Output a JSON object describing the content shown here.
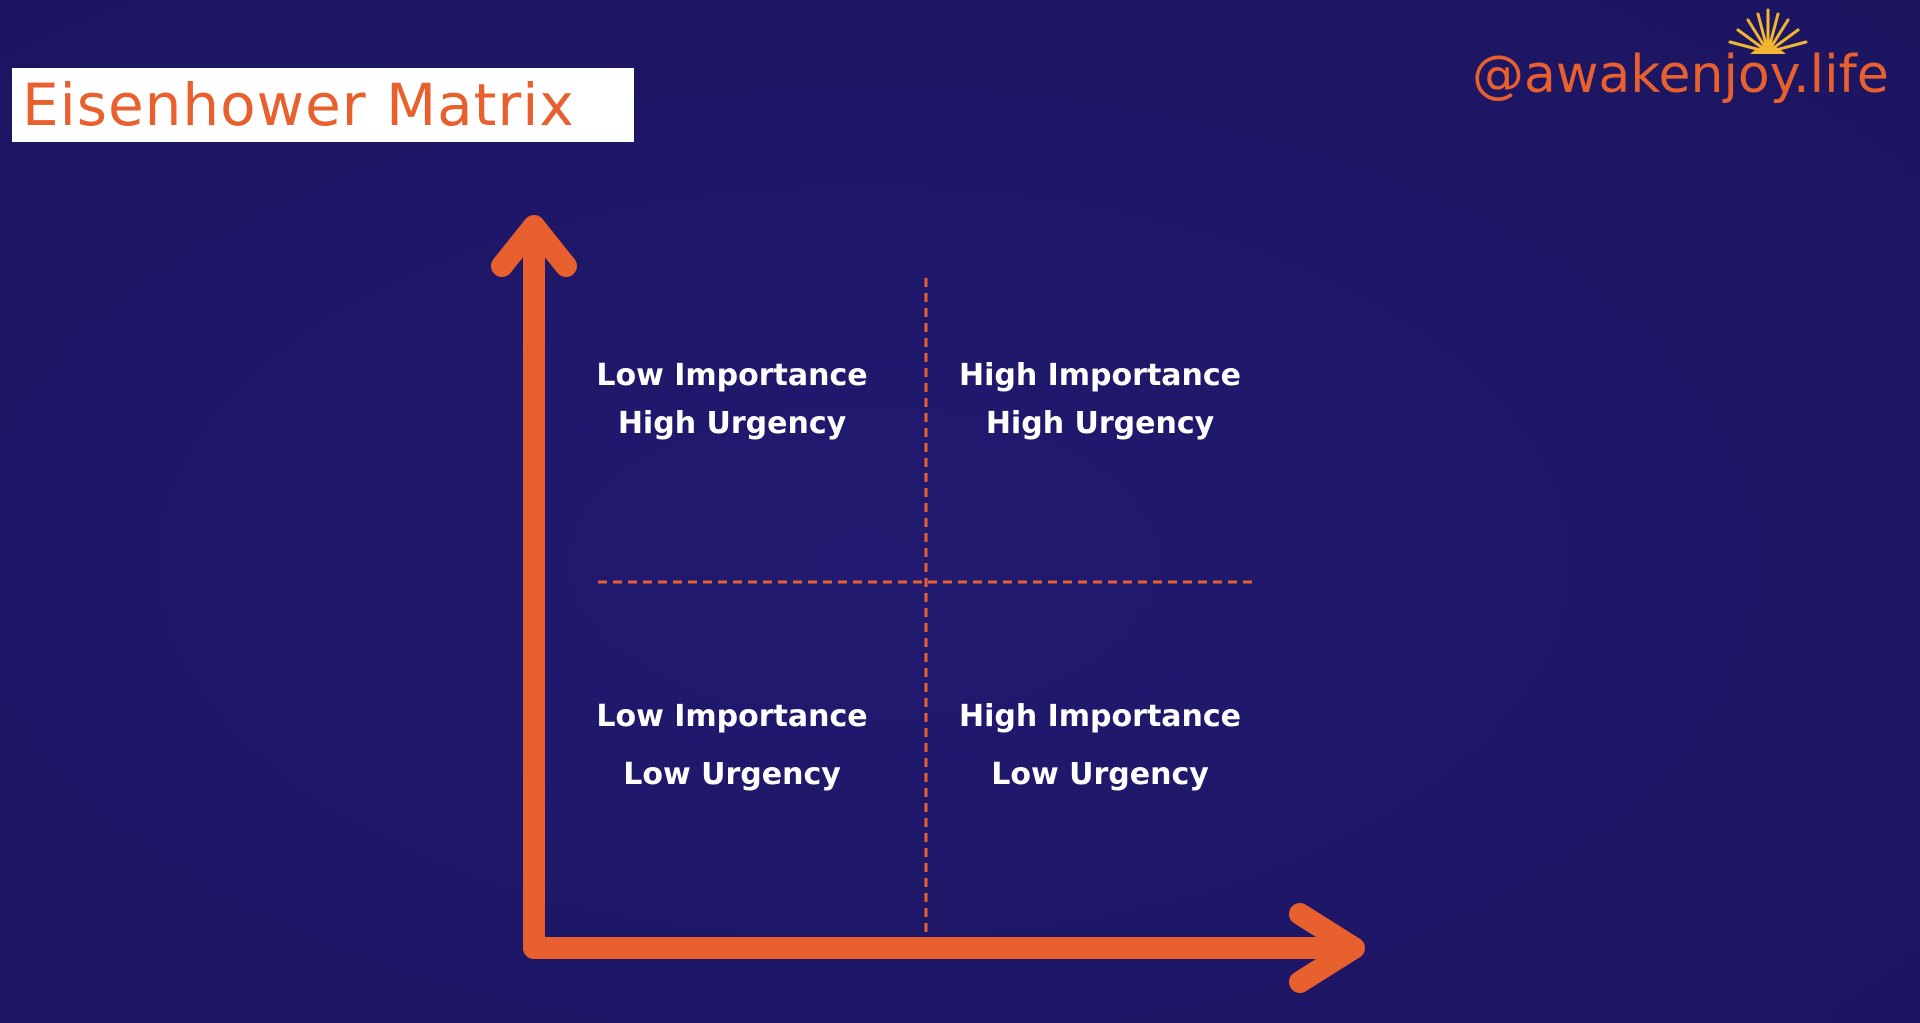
{
  "title": "Eisenhower Matrix",
  "brand": "@awakenjoy.life",
  "quadrants": {
    "top_left": {
      "line1": "Low Importance",
      "line2": "High Urgency"
    },
    "top_right": {
      "line1": "High Importance",
      "line2": "High Urgency"
    },
    "bottom_left": {
      "line1": "Low Importance",
      "line2": "Low Urgency"
    },
    "bottom_right": {
      "line1": "High Importance",
      "line2": "Low Urgency"
    }
  },
  "colors": {
    "background": "#1e1666",
    "accent": "#e8602e",
    "sun": "#f2b531",
    "text": "#ffffff"
  }
}
